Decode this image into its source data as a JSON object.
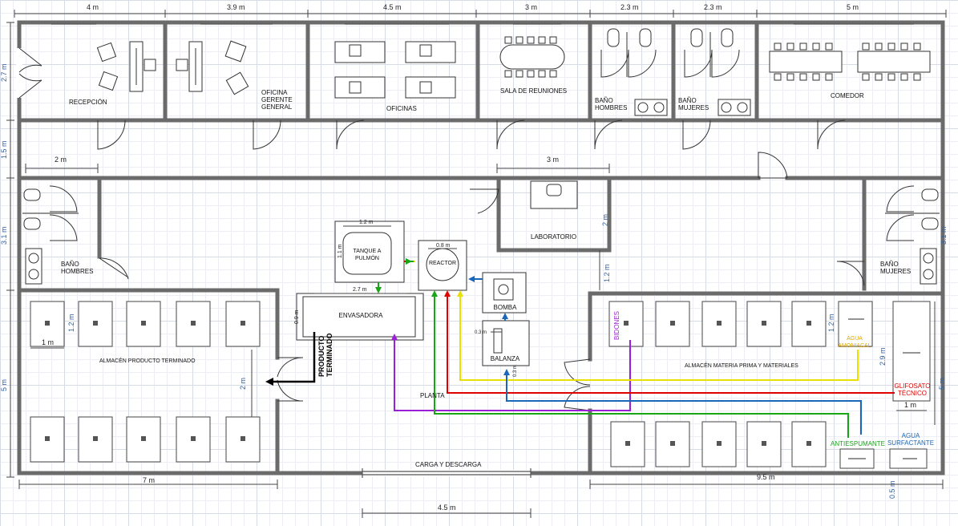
{
  "colors": {
    "wall": "#6b6b6b",
    "pipe_purple": "#9b1fd6",
    "pipe_green": "#16a616",
    "pipe_red": "#e00000",
    "pipe_yellow": "#e8e000",
    "pipe_blue": "#1a66b8",
    "dim_blue": "#2d62a3"
  },
  "dims": {
    "top": [
      "4 m",
      "3.9 m",
      "4.5 m",
      "3 m",
      "2.3 m",
      "2.3 m",
      "5 m"
    ],
    "left_top": "2.7 m",
    "left_corridor": "1.5 m",
    "left_middle": "3.1 m",
    "left_bottom": "5 m",
    "corridor_left": "2 m",
    "corridor_center": "3 m",
    "lab_height": "2 m",
    "reactor_gap": "1.2 m",
    "right_middle": "3.1 m",
    "bottom_left": "7 m",
    "bottom_right": "9.5 m",
    "bottom_gate": "4.5 m",
    "bottom_right_small": "0.5 m",
    "pallet_w": "1 m",
    "pallet_h": "1.2 m",
    "aisle": "2 m",
    "tank_w": "1.2 m",
    "tank_h": "1.1 m",
    "reactor_w": "0.8 m",
    "env_w": "2.7 m",
    "env_h": "0.9 m",
    "balanza_w": "0.3 m",
    "balanza_h": "0.3 m",
    "right_col_h": "2.9 m",
    "right_pallet_h": "1.2 m",
    "right_pallet_w": "1 m",
    "right_side": "5 m"
  },
  "rooms": {
    "recepcion": "RECEPCIÓN",
    "oficina_gerente_1": "OFICINA",
    "oficina_gerente_2": "GERENTE",
    "oficina_gerente_3": "GENERAL",
    "oficinas": "OFICINAS",
    "sala_reuniones": "SALA DE REUNIONES",
    "bano_hombres_top_1": "BAÑO",
    "bano_hombres_top_2": "HOMBRES",
    "bano_mujeres_top_1": "BAÑO",
    "bano_mujeres_top_2": "MUJERES",
    "comedor": "COMEDOR",
    "laboratorio": "LABORATORIO",
    "bano_hombres_1": "BAÑO",
    "bano_hombres_2": "HOMBRES",
    "bano_mujeres_1": "BAÑO",
    "bano_mujeres_2": "MUJERES",
    "almacen_pt": "ALMACÉN PRODUCTO TERMINADO",
    "almacen_mp": "ALMACÉN MATERIA PRIMA Y MATERIALES",
    "planta": "PLANTA",
    "carga": "CARGA Y DESCARGA"
  },
  "equipment": {
    "tanque_1": "TANQUE A",
    "tanque_2": "PULMÓN",
    "reactor": "REACTOR",
    "bomba": "BOMBA",
    "balanza": "BALANZA",
    "envasadora": "ENVASADORA",
    "producto_1": "PRODUCTO",
    "producto_2": "TERMINADO"
  },
  "materials": {
    "bidones": "BIDONES",
    "agua_1": "AGUA",
    "agua_2": "AMONIACAL",
    "glifosato_1": "GLIFOSATO",
    "glifosato_2": "TÉCNICO",
    "antiespumante": "ANTIESPUMANTE",
    "surf_1": "AGUA",
    "surf_2": "SURFACTANTE"
  }
}
